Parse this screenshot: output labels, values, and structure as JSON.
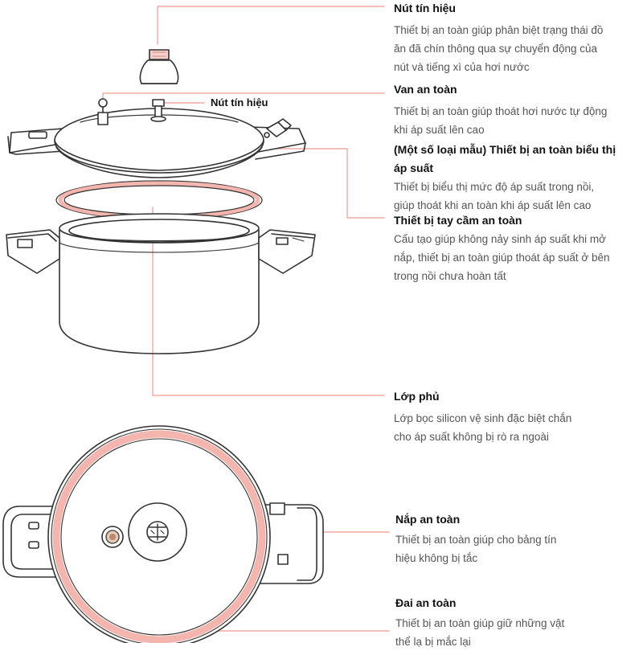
{
  "colors": {
    "leader_line": "#f0a9a4",
    "gasket": "#f3b5ae",
    "outline": "#333333"
  },
  "inline_label": "Nút tín hiệu",
  "annotations": [
    {
      "title": "Nút tín hiệu",
      "lines": [
        "Thiết bị an toàn giúp phân biệt trạng thái đồ",
        "ăn đã chín thông qua sự chuyển động của",
        "nút và tiếng xì của hơi nước"
      ]
    },
    {
      "title": "Van an toàn",
      "lines": [
        "Thiết bị an toàn giúp thoát hơi nước tự động",
        "khi áp suất lên cao"
      ]
    },
    {
      "title": "(Một số loại mẫu) Thiết bị an toàn biểu thị",
      "title2": "áp suất",
      "lines": [
        "Thiết bị biểu thị mức độ áp suất trong nồi,",
        "giúp thoát khi an toàn khi áp suất lên cao"
      ]
    },
    {
      "title": "Thiết bị tay cầm an toàn",
      "lines": [
        "Cấu tạo giúp không nảy sinh áp suất khi mở",
        "nắp, thiết bị an toàn giúp thoát áp suất ở bên",
        "trong nồi chưa hoàn tất"
      ]
    },
    {
      "title": "Lớp phủ",
      "lines": [
        "Lớp bọc silicon vệ sinh đặc biệt chắn",
        "cho áp suất không bị rò ra ngoài"
      ]
    },
    {
      "title": "Nắp an toàn",
      "lines": [
        "Thiết bị an toàn giúp cho bảng tín",
        "hiệu không bị tắc"
      ]
    },
    {
      "title": "Đai an toàn",
      "lines": [
        "Thiết bị an toàn giúp giữ những vật",
        "thể lạ bị mắc lại"
      ]
    }
  ]
}
